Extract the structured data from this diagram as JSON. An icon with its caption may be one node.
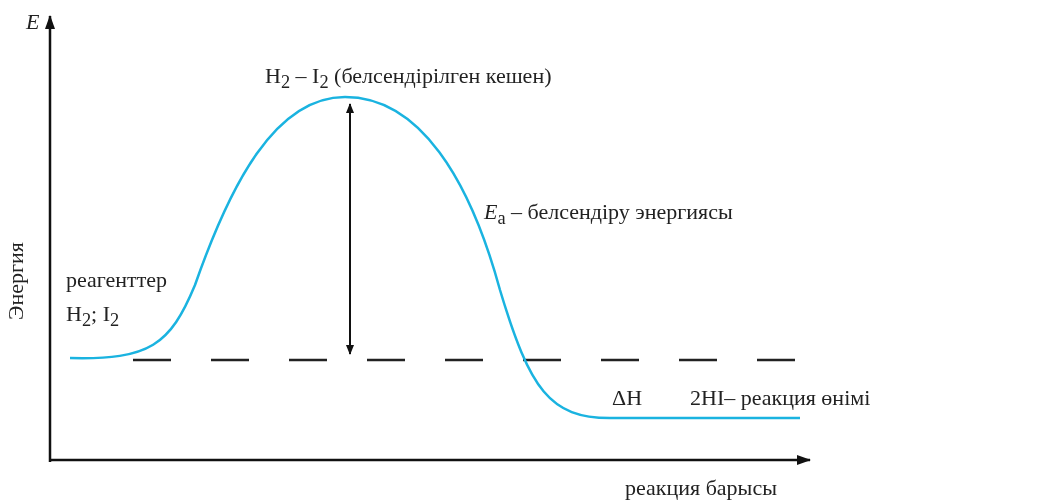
{
  "diagram": {
    "labels": [
      "*E*",
      "H$_{2}$ – I$_{2}$ (белсендірілген кешен)",
      "Энергия",
      "*E*$_{a}$ – белсендіру энергиясы",
      "реагенттер",
      "H$_{2}$; I$_{2}$",
      "ΔH",
      "2HI– реакция өнімі",
      "реакция барысы"
    ]
  }
}
